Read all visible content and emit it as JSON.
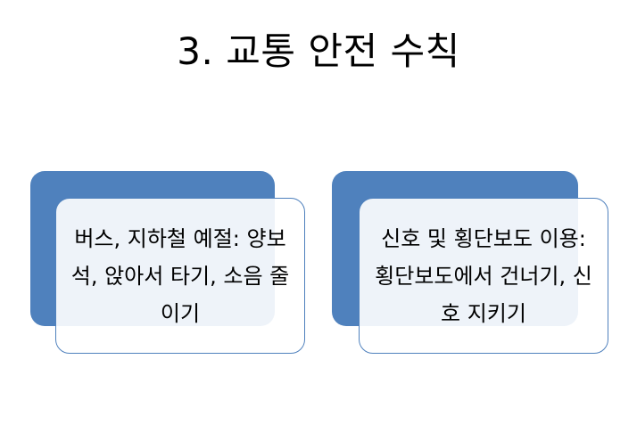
{
  "slide": {
    "title": "3. 교통 안전 수칙"
  },
  "cards": [
    {
      "text": "버스, 지하철 예절: 양보석, 앉아서 타기, 소음 줄이기"
    },
    {
      "text": "신호 및 횡단보도 이용: 횡단보도에서 건너기, 신호 지키기"
    }
  ],
  "colors": {
    "accent": "#4f81bd",
    "background": "#ffffff",
    "text": "#000000"
  }
}
